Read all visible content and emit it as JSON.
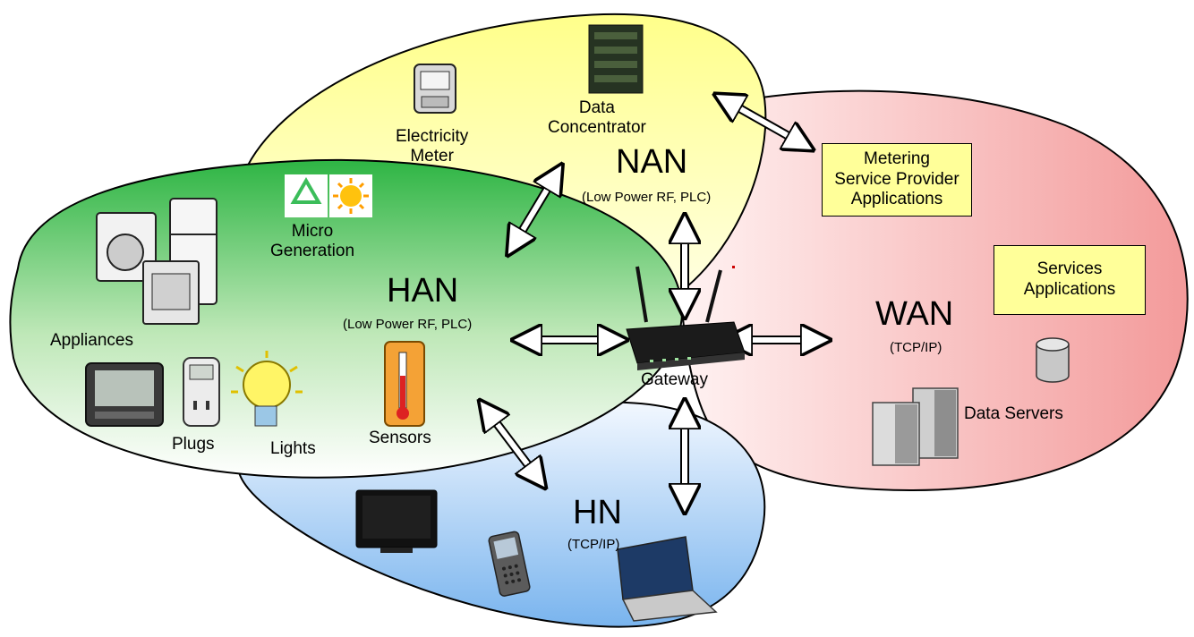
{
  "networks": {
    "nan": {
      "name": "NAN",
      "protocol": "(Low Power RF, PLC)",
      "color": "#ffff9a"
    },
    "han": {
      "name": "HAN",
      "protocol": "(Low Power RF, PLC)",
      "color": "#33b84a"
    },
    "wan": {
      "name": "WAN",
      "protocol": "(TCP/IP)",
      "color": "#f6a3a3"
    },
    "hn": {
      "name": "HN",
      "protocol": "(TCP/IP)",
      "color": "#8fc0f2"
    }
  },
  "devices": {
    "electricity_meter": "Electricity\nMeter",
    "data_concentrator": "Data\nConcentrator",
    "micro_generation": "Micro\nGeneration",
    "appliances": "Appliances",
    "plugs": "Plugs",
    "lights": "Lights",
    "sensors": "Sensors",
    "gateway": "Gateway",
    "data_servers": "Data Servers"
  },
  "boxes": {
    "metering": "Metering\nService Provider\nApplications",
    "services": "Services\nApplications"
  },
  "icons": [
    "electricity-meter-icon",
    "data-concentrator-icon",
    "recycle-icon",
    "sun-icon",
    "washing-machine-icon",
    "refrigerator-icon",
    "dishwasher-icon",
    "thermostat-display-icon",
    "smart-plug-icon",
    "light-bulb-icon",
    "thermometer-icon",
    "router-icon",
    "database-icon",
    "server-icon",
    "tv-icon",
    "mobile-phone-icon",
    "laptop-icon"
  ]
}
